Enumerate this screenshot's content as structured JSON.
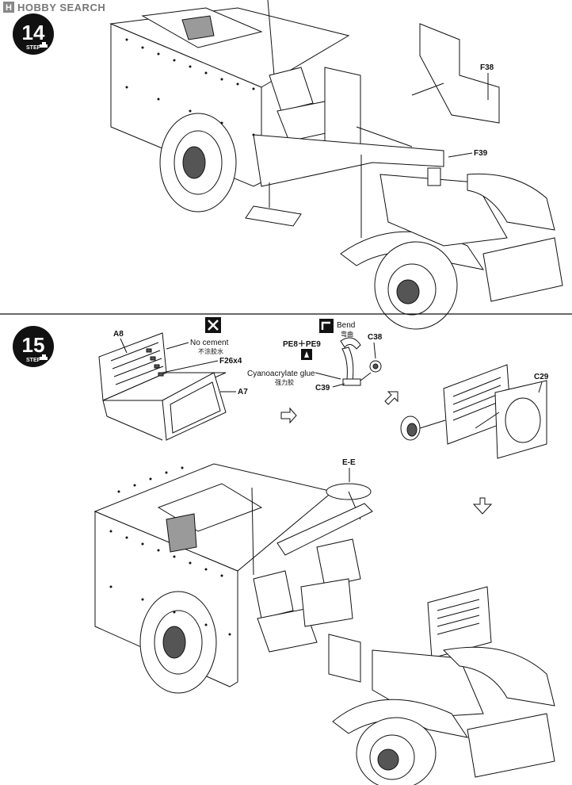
{
  "watermark": {
    "brand": "HOBBY SEARCH",
    "logo_letters": "H"
  },
  "step14": {
    "number": "14",
    "step_word": "STEP",
    "parts": {
      "f38": "F38",
      "f39": "F39"
    }
  },
  "step15": {
    "number": "15",
    "step_word": "STEP",
    "parts": {
      "a8": "A8",
      "a7": "A7",
      "f26": "F26x4",
      "c38": "C38",
      "c39": "C39",
      "c29": "C29",
      "pe": "PE8＋PE9",
      "ee": "E-E"
    },
    "no_cement": "No cement",
    "no_cement_cn": "不涂胶水",
    "bend": "Bend",
    "bend_cn": "弯曲",
    "glue": "Cyanoacrylate glue",
    "glue_cn": "强力胶"
  },
  "icons": [
    "no-cement-icon",
    "bend-icon",
    "glue-icon",
    "step-tank-icon"
  ]
}
